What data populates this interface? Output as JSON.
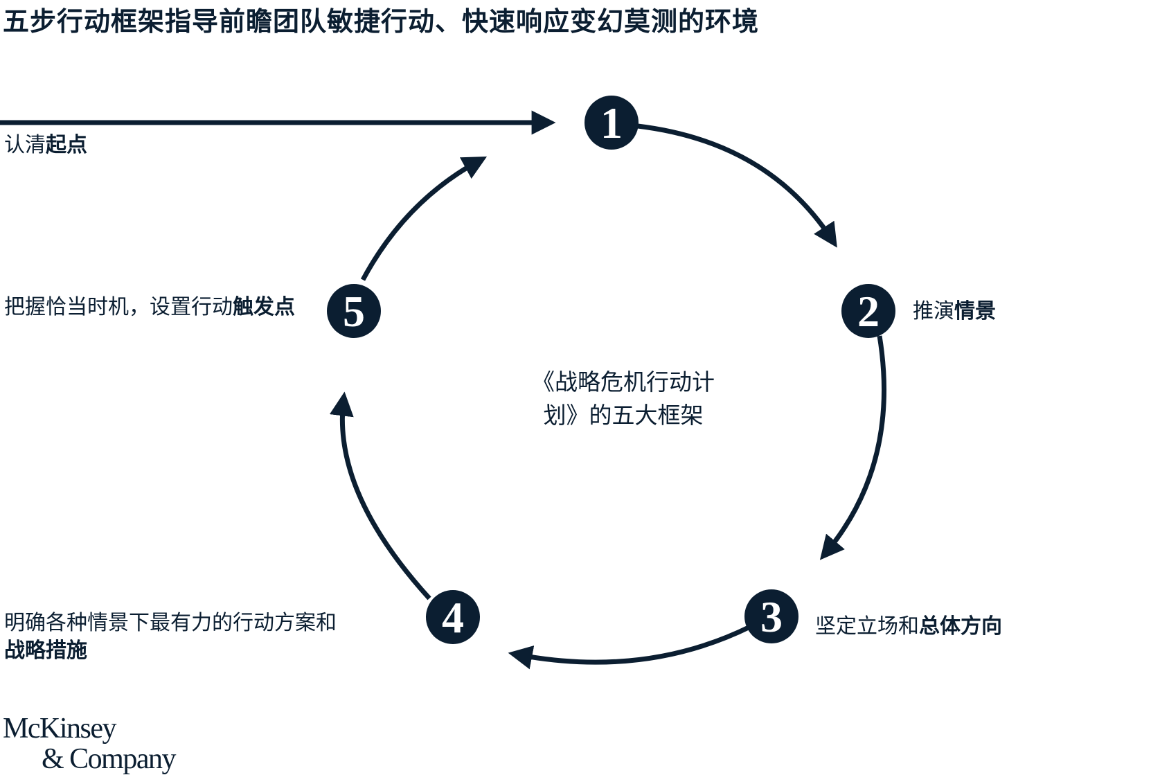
{
  "title": "五步行动框架指导前瞻团队敏捷行动、快速响应变幻莫测的环境",
  "center": {
    "line1": "《战略危机行动计",
    "line2": "划》的五大框架"
  },
  "steps": [
    {
      "number": "1",
      "text": "认清",
      "bold": "起点"
    },
    {
      "number": "2",
      "text": "推演",
      "bold": "情景"
    },
    {
      "number": "3",
      "text": "坚定立场和",
      "bold": "总体方向"
    },
    {
      "number": "4",
      "text": "明确各种情景下最有力的行动方案和",
      "bold": "战略措施"
    },
    {
      "number": "5",
      "text": "把握恰当时机，设置行动",
      "bold": "触发点"
    }
  ],
  "logo": {
    "line1": "McKinsey",
    "line2": "& Company"
  },
  "colors": {
    "primary": "#0b1e31",
    "background": "#ffffff"
  }
}
